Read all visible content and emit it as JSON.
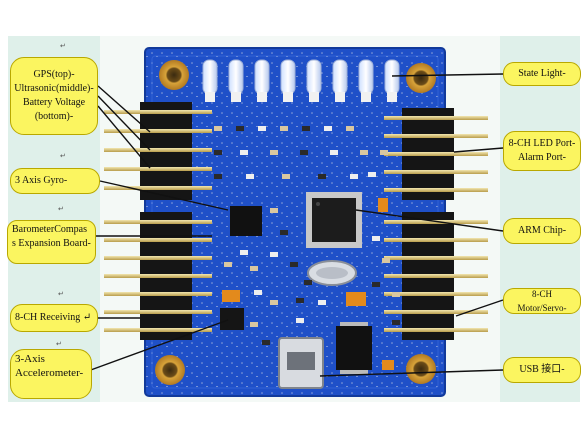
{
  "callouts": {
    "gps": [
      "GPS(top)-",
      "Ultrasonic(middle)-",
      "Battery Voltage",
      "(bottom)-"
    ],
    "gyro": "3 Axis Gyro-",
    "baro": [
      "BarometerCompas",
      "s Expansion Board-"
    ],
    "receiving": "8-CH Receiving ↵",
    "accel": [
      "3-Axis",
      "Accelerometer-"
    ],
    "state": "State Light-",
    "led": [
      "8-CH LED Port-",
      "Alarm Port-"
    ],
    "arm": "ARM Chip-",
    "motor": "8-CH Motor/Servo-",
    "usb": "USB 接口-"
  },
  "marks": {
    "return_glyph": "↵"
  },
  "colors": {
    "callout_fill": "#fbf560",
    "callout_border": "#b9a800",
    "pcb_blue": "#1e4fc4",
    "leader_line": "#111111"
  }
}
